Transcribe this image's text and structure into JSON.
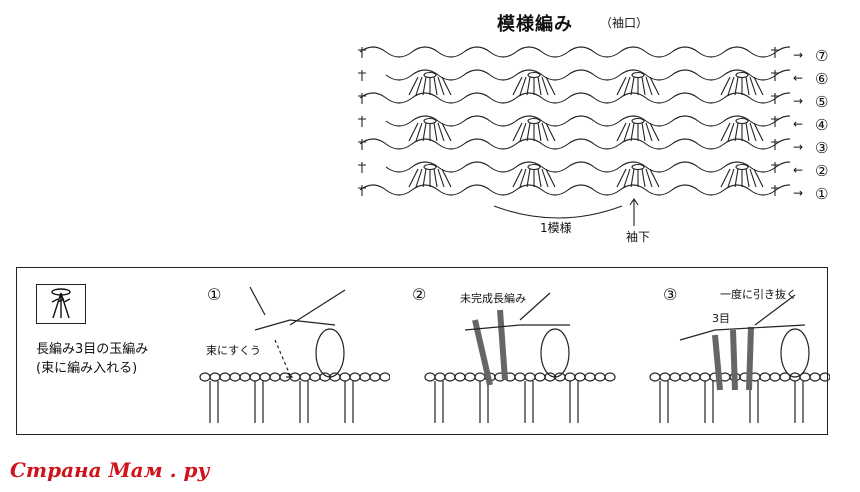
{
  "chart": {
    "title": "模様編み",
    "subtitle": "（袖口）",
    "rows": [
      {
        "num": "⑦",
        "dir": "→"
      },
      {
        "num": "⑥",
        "dir": "←"
      },
      {
        "num": "⑤",
        "dir": "→"
      },
      {
        "num": "④",
        "dir": "←"
      },
      {
        "num": "③",
        "dir": "→"
      },
      {
        "num": "②",
        "dir": "←"
      },
      {
        "num": "①",
        "dir": "→"
      }
    ],
    "repeat_label": "1模様",
    "sleeve_under_label": "袖下"
  },
  "legend": {
    "desc_line1": "長編み3目の玉編み",
    "desc_line2": "(束に編み入れる)",
    "steps": [
      {
        "num": "①",
        "note": "束にすくう"
      },
      {
        "num": "②",
        "note": "未完成長編み"
      },
      {
        "num": "③",
        "note": "一度に引き抜く",
        "note2": "3目"
      }
    ]
  },
  "watermark": "Страна Мам . ру"
}
